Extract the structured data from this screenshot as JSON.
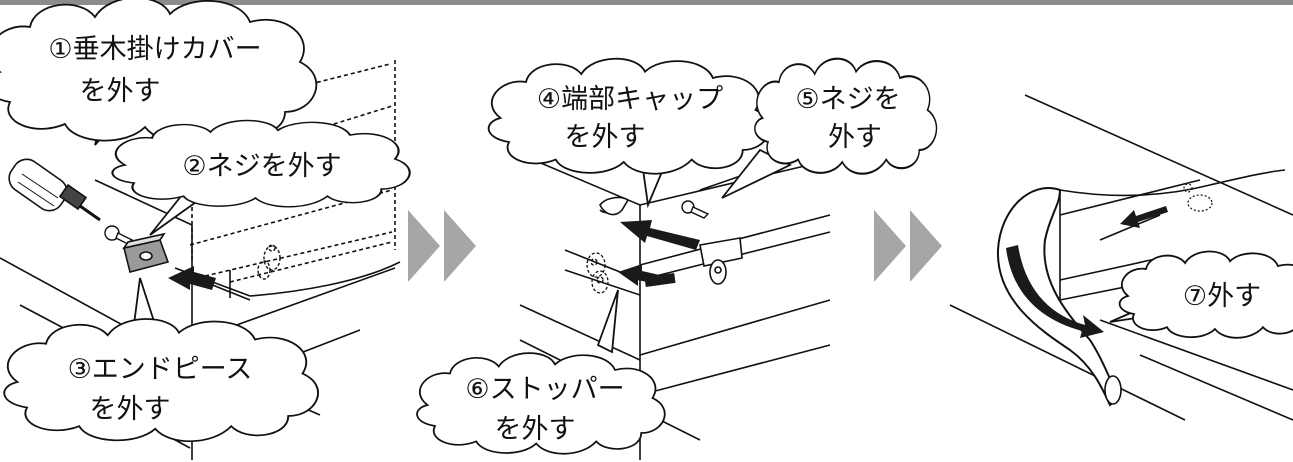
{
  "steps": [
    {
      "line1": "①垂木掛けカバー",
      "line2": "を外す"
    },
    {
      "line1": "②ネジを外す"
    },
    {
      "line1": "③エンドピース",
      "line2": "を外す"
    },
    {
      "line1": "④端部キャップ",
      "line2": "を外す"
    },
    {
      "line1": "⑤ネジを",
      "line2": "外す"
    },
    {
      "line1": "⑥ストッパー",
      "line2": "を外す"
    },
    {
      "line1": "⑦外す"
    }
  ],
  "colors": {
    "stroke": "#111111",
    "arrow": "#1a1a1a",
    "chevron": "#a6a6a6",
    "top_rule": "#8c8c8c"
  }
}
